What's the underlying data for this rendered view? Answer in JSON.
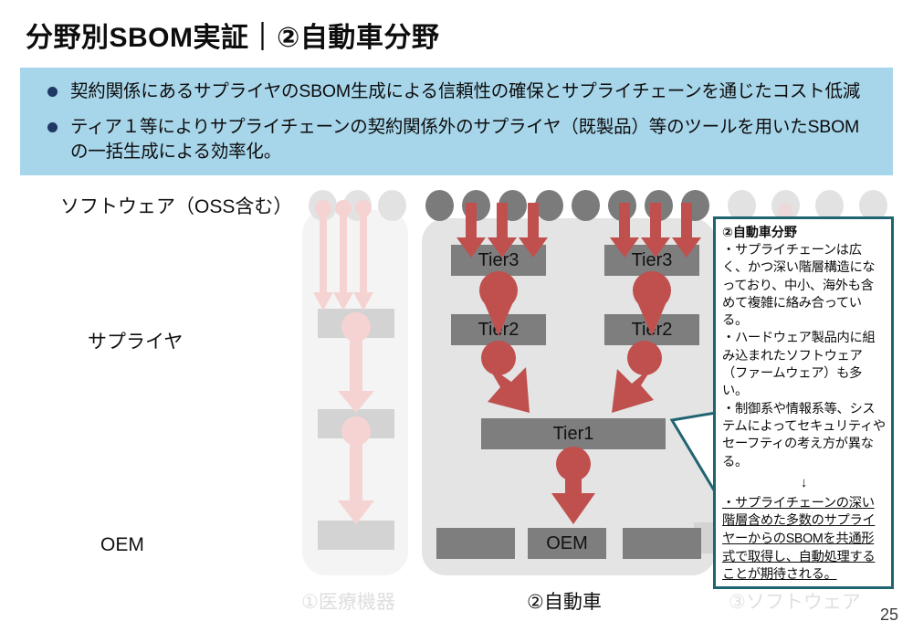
{
  "title": "分野別SBOM実証｜②自動車分野",
  "banner": {
    "bullets": [
      "契約関係にあるサプライヤのSBOM生成による信頼性の確保とサプライチェーンを通じたコスト低減",
      "ティア１等によりサプライチェーンの契約関係外のサプライヤ（既製品）等のツールを用いたSBOMの一括生成による効率化。"
    ],
    "bg_color": "#a7d5ea",
    "bullet_color": "#1f3864"
  },
  "row_labels": {
    "software": "ソフトウェア（OSS含む）",
    "supplier": "サプライヤ",
    "oem": "OEM"
  },
  "diagram": {
    "tier3_left": "Tier3",
    "tier3_right": "Tier3",
    "tier2_left": "Tier2",
    "tier2_right": "Tier2",
    "tier1": "Tier1",
    "oem": "OEM",
    "box_color": "#7e7e7e",
    "arrow_color": "#c0504d",
    "dim_box_color": "#d3d3d3",
    "dim_arrow_color": "#f4cccc",
    "circle_solid_color": "#7b7b7b",
    "circle_dim_color": "#e2e2e2",
    "solid_circle_count": 8,
    "dim_circle_left_count": 3,
    "dim_circle_right_count": 3
  },
  "callout": {
    "border_color": "#1f6470",
    "title": "②自動車分野",
    "body": "・サプライチェーンは広く、かつ深い階層構造になっており、中小、海外も含めて複雑に絡み合っている。\n・ハードウェア製品内に組み込まれたソフトウェア（ファームウェア）も多い。\n・制御系や情報系等、システムによってセキュリティやセーフティの考え方が異なる。",
    "arrow_symbol": "↓",
    "conclusion": "・サプライチェーンの深い階層含めた多数のサプライヤーからのSBOMを共通形式で取得し、自動処理することが期待される。"
  },
  "captions": {
    "medical": "①医療機器",
    "auto": "②自動車",
    "software": "③ソフトウェア"
  },
  "page_number": "25"
}
